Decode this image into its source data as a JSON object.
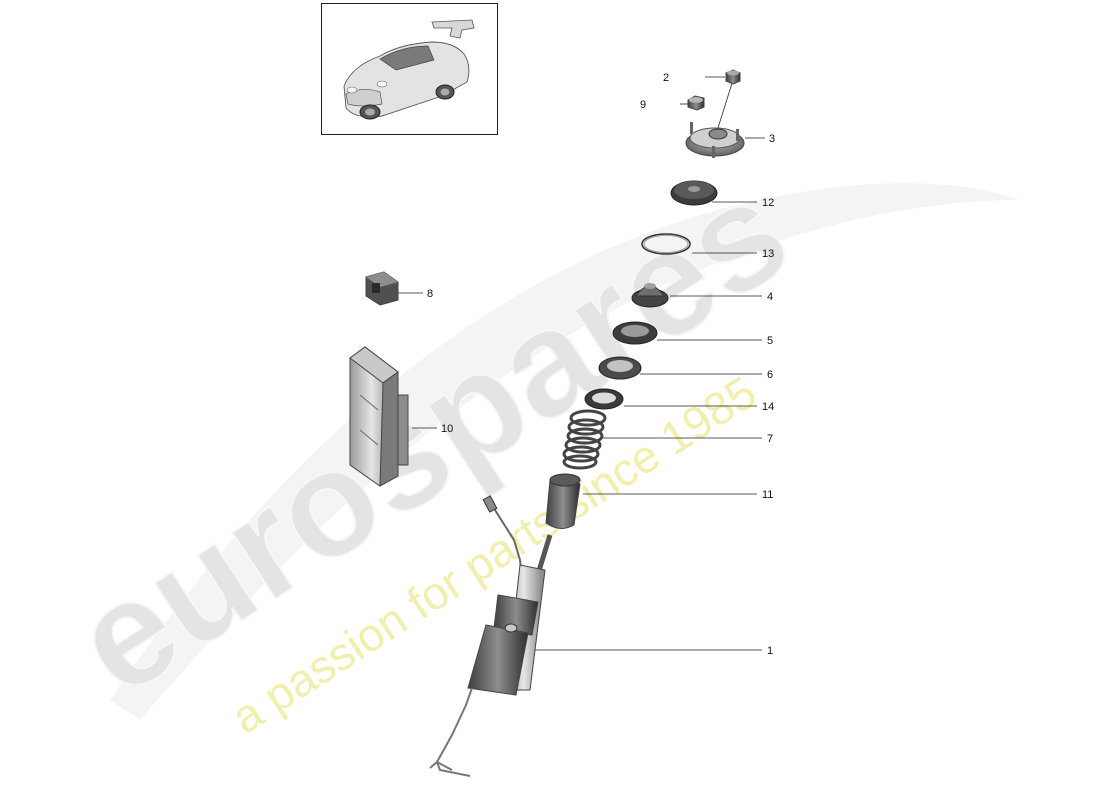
{
  "watermark": {
    "brand": "eurospares",
    "tagline": "a passion for parts since 1985",
    "brand_color": "#e8e8e8",
    "tagline_color": "#f3f1b0"
  },
  "thumbnail": {
    "icon": "car-thumbnail-icon"
  },
  "callouts": [
    {
      "id": "c2",
      "label": "2",
      "part": "nut"
    },
    {
      "id": "c9",
      "label": "9",
      "part": "nut"
    },
    {
      "id": "c3",
      "label": "3",
      "part": "strut-mount"
    },
    {
      "id": "c12",
      "label": "12",
      "part": "rubber-washer"
    },
    {
      "id": "c13",
      "label": "13",
      "part": "o-ring"
    },
    {
      "id": "c8",
      "label": "8",
      "part": "connector"
    },
    {
      "id": "c4",
      "label": "4",
      "part": "spring-cap"
    },
    {
      "id": "c5",
      "label": "5",
      "part": "spring-seat"
    },
    {
      "id": "c6",
      "label": "6",
      "part": "spring-seat"
    },
    {
      "id": "c14",
      "label": "14",
      "part": "spacer-ring"
    },
    {
      "id": "c10",
      "label": "10",
      "part": "control-unit"
    },
    {
      "id": "c7",
      "label": "7",
      "part": "coil-spring"
    },
    {
      "id": "c11",
      "label": "11",
      "part": "bump-stop"
    },
    {
      "id": "c1",
      "label": "1",
      "part": "shock-absorber"
    }
  ]
}
